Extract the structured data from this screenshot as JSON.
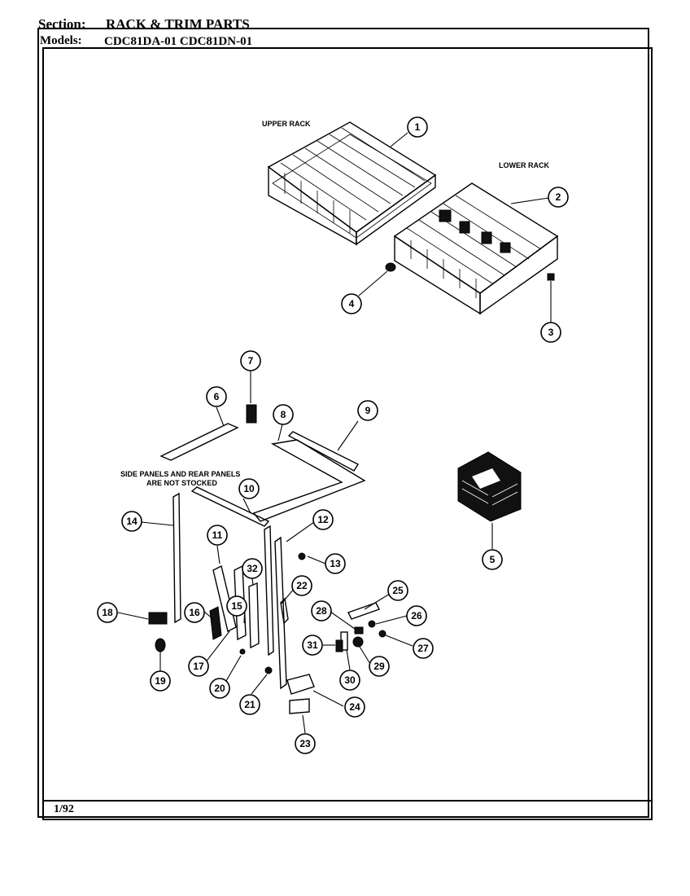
{
  "header": {
    "section_label": "Section:",
    "section_value": "RACK & TRIM PARTS",
    "models_label": "Models:",
    "models_value": "CDC81DA-01  CDC81DN-01"
  },
  "diagram": {
    "upper_rack_label": "UPPER RACK",
    "lower_rack_label": "LOWER RACK",
    "side_panels_note_line1": "SIDE PANELS AND REAR PANELS",
    "side_panels_note_line2": "ARE NOT STOCKED",
    "callouts": [
      "1",
      "2",
      "3",
      "4",
      "5",
      "6",
      "7",
      "8",
      "9",
      "10",
      "11",
      "12",
      "13",
      "14",
      "15",
      "16",
      "17",
      "18",
      "19",
      "20",
      "21",
      "22",
      "23",
      "24",
      "25",
      "26",
      "27",
      "28",
      "29",
      "30",
      "31",
      "32"
    ]
  },
  "footer": {
    "date": "1/92"
  }
}
